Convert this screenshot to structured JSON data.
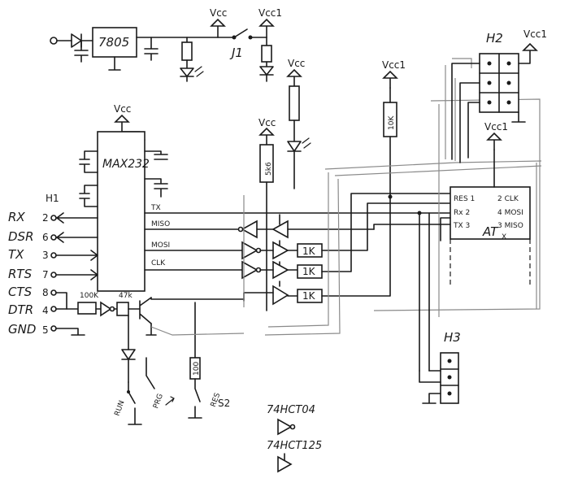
{
  "regulator": {
    "label": "7805"
  },
  "jumper": {
    "label": "J1"
  },
  "rails": {
    "vcc": "Vcc",
    "vcc1": "Vcc1"
  },
  "max232": {
    "label": "MAX232"
  },
  "h1": {
    "label": "H1",
    "pins": [
      {
        "name": "RX",
        "num": "2"
      },
      {
        "name": "DSR",
        "num": "6"
      },
      {
        "name": "TX",
        "num": "3"
      },
      {
        "name": "RTS",
        "num": "7"
      },
      {
        "name": "CTS",
        "num": "8"
      },
      {
        "name": "DTR",
        "num": "4"
      },
      {
        "name": "GND",
        "num": "5"
      }
    ]
  },
  "max_signals": {
    "tx": "TX",
    "miso": "MISO",
    "mosi": "MOSI",
    "clk": "CLK"
  },
  "resistors": {
    "r_led_top": "",
    "r_5k6": "5k6",
    "r_10k": "10K",
    "r_1k_a": "1K",
    "r_1k_b": "1K",
    "r_1k_c": "1K",
    "r_100k": "100K",
    "r_47k": "47k",
    "r_100": "100"
  },
  "h2": {
    "label": "H2"
  },
  "h3": {
    "label": "H3"
  },
  "atmel": {
    "label": "AT",
    "subscript": "X",
    "left_pins": [
      "RES 1",
      "Rx 2",
      "TX 3"
    ],
    "right_pins": [
      "2 CLK",
      "4 MOSI",
      "3 MISO"
    ]
  },
  "switches": {
    "run": "RUN",
    "prg": "PRG",
    "res": "RES",
    "s2": "S2"
  },
  "legend": {
    "gate_a": "74HCT04",
    "gate_b": "74HCT125"
  }
}
